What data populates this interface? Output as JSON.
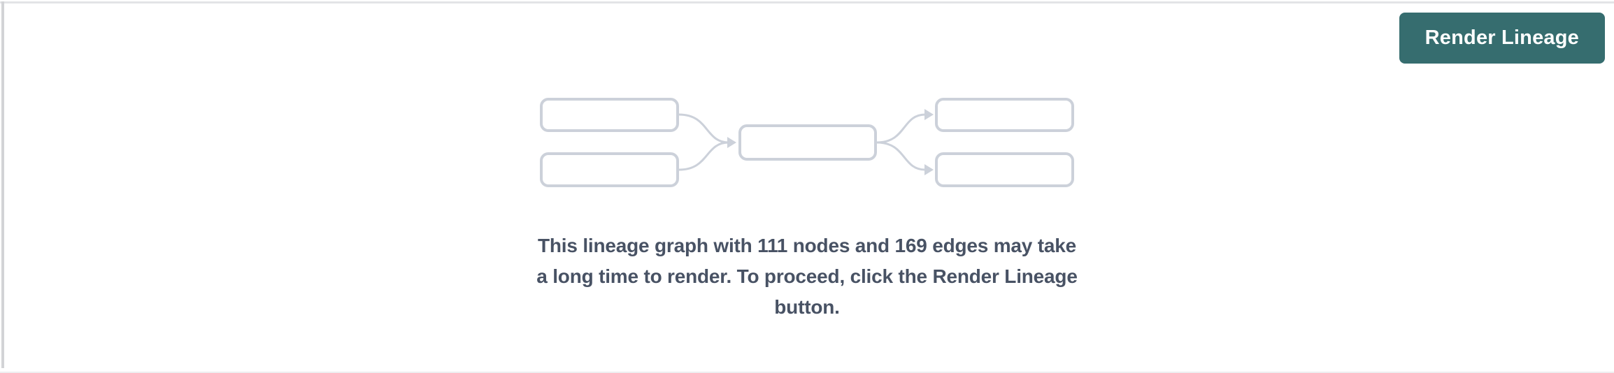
{
  "page": {
    "background_color": "#ffffff",
    "top_divider_color": "#e3e4e6",
    "left_divider_color": "#d2d3d6"
  },
  "toolbar": {
    "render_button_label": "Render Lineage",
    "render_button_color": "#366d6f",
    "render_button_text_color": "#ffffff"
  },
  "empty_state": {
    "message": "This lineage graph with 111 nodes and 169 edges may take\na long time to render. To proceed, click the Render Lineage\nbutton.",
    "node_count": "111",
    "edge_count": "169",
    "text_color": "#485264",
    "placeholder_diagram": {
      "box_count": 5,
      "layout": "2 source nodes -> 1 center node -> 2 target nodes",
      "box_border_color": "#ccd1da",
      "edge_color": "#ccd1da"
    }
  }
}
